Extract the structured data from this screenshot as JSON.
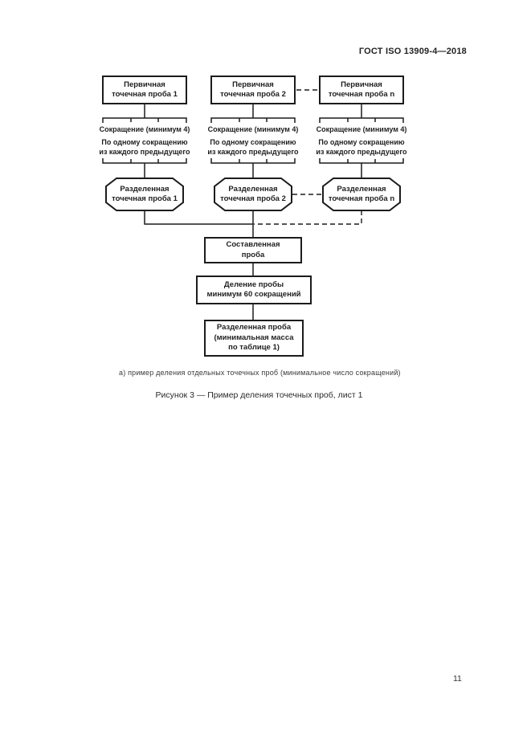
{
  "header": {
    "title": "ГОСТ ISO 13909-4—2018"
  },
  "diagram": {
    "columns": [
      {
        "primary": "Первичная\nточечная проба 1",
        "reduction": "Сокращение (минимум 4)",
        "note": "По одному сокращению\nиз каждого предыдущего",
        "divided": "Разделенная\nточечная проба 1"
      },
      {
        "primary": "Первичная\nточечная проба 2",
        "reduction": "Сокращение (минимум 4)",
        "note": "По одному сокращению\nиз каждого предыдущего",
        "divided": "Разделенная\nточечная проба 2"
      },
      {
        "primary": "Первичная\nточечная проба n",
        "reduction": "Сокращение (минимум 4)",
        "note": "По одному сокращению\nиз каждого предыдущего",
        "divided": "Разделенная\nточечная проба n"
      }
    ],
    "composed": "Составленная\nпроба",
    "division": "Деление пробы\nминимум 60 сокращений",
    "final": "Разделенная проба\n(минимальная масса\nпо таблице 1)"
  },
  "captions": {
    "note_a": "а) пример деления отдельных точечных проб (минимальное число сокращений)",
    "figure": "Рисунок 3 — Пример деления точечных проб, лист 1"
  },
  "footer": {
    "page_number": "11"
  }
}
